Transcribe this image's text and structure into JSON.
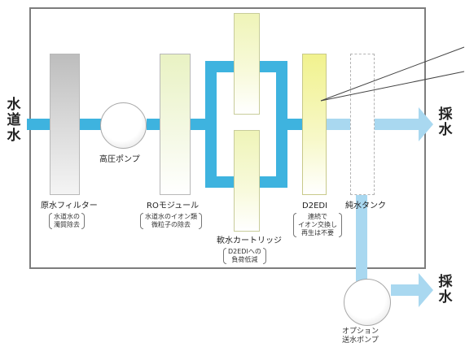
{
  "inlet_label": "水道水",
  "outlet_main_label": "採水",
  "outlet_option_label": "採水",
  "units": {
    "filter": {
      "label": "原水フィルター",
      "note": [
        "水道水の",
        "濁質除去"
      ]
    },
    "ro": {
      "label": "ROモジュール",
      "note": [
        "水道水のイオン類",
        "微粒子の除去"
      ]
    },
    "cartridge": {
      "label": "軟水カートリッジ",
      "note": [
        "D2EDIへの",
        "負荷低減"
      ]
    },
    "edi": {
      "label": "D2EDI",
      "note": [
        "連続で",
        "イオン交換し",
        "再生は不要"
      ]
    },
    "tank": {
      "label": "純水タンク"
    }
  },
  "pumps": {
    "main": {
      "label": "高圧ポンプ"
    },
    "option": {
      "label": [
        "オプション",
        "送水ポンプ"
      ]
    }
  },
  "colors": {
    "pipe": "#3eb3df",
    "pipe_light": "#a9d8f0",
    "frame": "#7d7d7d"
  }
}
